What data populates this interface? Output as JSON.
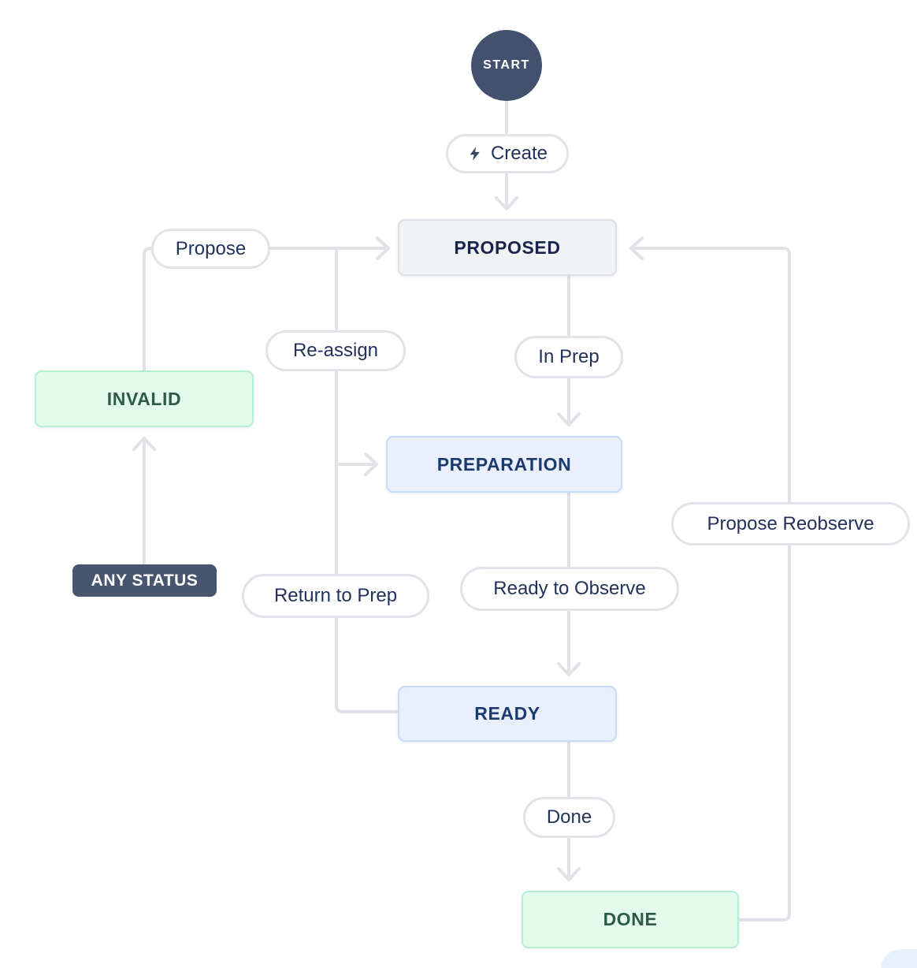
{
  "diagram": {
    "statuses": {
      "start": {
        "label": "START"
      },
      "proposed": {
        "label": "PROPOSED"
      },
      "invalid": {
        "label": "INVALID"
      },
      "any_status": {
        "label": "ANY STATUS"
      },
      "preparation": {
        "label": "PREPARATION"
      },
      "ready": {
        "label": "READY"
      },
      "done": {
        "label": "DONE"
      }
    },
    "transitions": {
      "create": {
        "label": "Create",
        "icon": "lightning-bolt-icon"
      },
      "propose": {
        "label": "Propose"
      },
      "re_assign": {
        "label": "Re-assign"
      },
      "in_prep": {
        "label": "In Prep"
      },
      "return_to_prep": {
        "label": "Return to Prep"
      },
      "ready_to_observe": {
        "label": "Ready to Observe"
      },
      "done": {
        "label": "Done"
      },
      "propose_reobserve": {
        "label": "Propose Reobserve"
      }
    },
    "colors": {
      "edge": "#E0E2E8",
      "dark_node": "#42526E",
      "gray_box_bg": "#F1F2F4",
      "gray_box_border": "#DCDFE4",
      "blue_box_bg": "#E9F0FC",
      "blue_box_border": "#C7DBF8",
      "blue_text": "#1B3A70",
      "green_box_bg": "#E3FBED",
      "green_box_border": "#B5EFD2",
      "green_text": "#2F5A4A",
      "navy_text": "#18244B",
      "pill_border": "#E0E3E8"
    }
  }
}
